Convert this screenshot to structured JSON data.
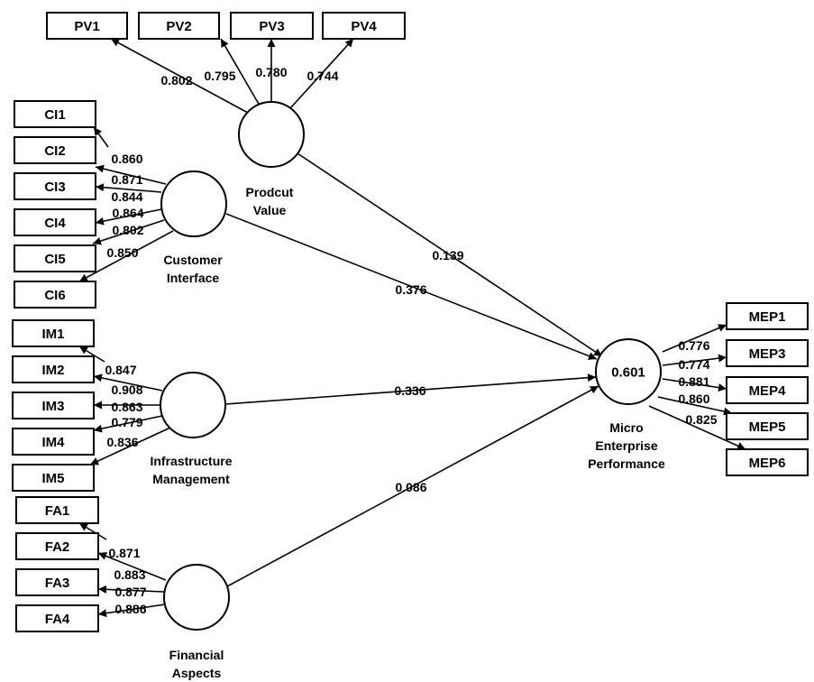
{
  "diagram": {
    "constructs": [
      {
        "id": "pv",
        "label_lines": [
          "Prodcut",
          "Value"
        ],
        "r2": ""
      },
      {
        "id": "ci",
        "label_lines": [
          "Customer",
          "Interface"
        ],
        "r2": ""
      },
      {
        "id": "im",
        "label_lines": [
          "Infrastructure",
          "Management"
        ],
        "r2": ""
      },
      {
        "id": "fa",
        "label_lines": [
          "Financial",
          "Aspects"
        ],
        "r2": ""
      },
      {
        "id": "mep",
        "label_lines": [
          "Micro",
          "Enterprise",
          "Performance"
        ],
        "r2": "0.601"
      }
    ],
    "indicators": [
      {
        "id": "PV1",
        "construct": "pv",
        "loading": "0.802"
      },
      {
        "id": "PV2",
        "construct": "pv",
        "loading": "0.795"
      },
      {
        "id": "PV3",
        "construct": "pv",
        "loading": "0.780"
      },
      {
        "id": "PV4",
        "construct": "pv",
        "loading": "0.744"
      },
      {
        "id": "CI1",
        "construct": "ci",
        "loading": "0.860"
      },
      {
        "id": "CI2",
        "construct": "ci",
        "loading": "0.871"
      },
      {
        "id": "CI3",
        "construct": "ci",
        "loading": "0.844"
      },
      {
        "id": "CI4",
        "construct": "ci",
        "loading": "0.864"
      },
      {
        "id": "CI5",
        "construct": "ci",
        "loading": "0.802"
      },
      {
        "id": "CI6",
        "construct": "ci",
        "loading": "0.850"
      },
      {
        "id": "IM1",
        "construct": "im",
        "loading": "0.847"
      },
      {
        "id": "IM2",
        "construct": "im",
        "loading": "0.908"
      },
      {
        "id": "IM3",
        "construct": "im",
        "loading": "0.863"
      },
      {
        "id": "IM4",
        "construct": "im",
        "loading": "0.779"
      },
      {
        "id": "IM5",
        "construct": "im",
        "loading": "0.836"
      },
      {
        "id": "FA1",
        "construct": "fa",
        "loading": "0.871"
      },
      {
        "id": "FA2",
        "construct": "fa",
        "loading": "0.883"
      },
      {
        "id": "FA3",
        "construct": "fa",
        "loading": "0.877"
      },
      {
        "id": "FA4",
        "construct": "fa",
        "loading": "0.886"
      },
      {
        "id": "MEP1",
        "construct": "mep",
        "loading": "0.776"
      },
      {
        "id": "MEP3",
        "construct": "mep",
        "loading": "0.774"
      },
      {
        "id": "MEP4",
        "construct": "mep",
        "loading": "0.881"
      },
      {
        "id": "MEP5",
        "construct": "mep",
        "loading": "0.860"
      },
      {
        "id": "MEP6",
        "construct": "mep",
        "loading": "0.825"
      }
    ],
    "paths": [
      {
        "from": "pv",
        "to": "mep",
        "coefficient": "0.139"
      },
      {
        "from": "ci",
        "to": "mep",
        "coefficient": "0.376"
      },
      {
        "from": "im",
        "to": "mep",
        "coefficient": "0.336"
      },
      {
        "from": "fa",
        "to": "mep",
        "coefficient": "0.086"
      }
    ]
  }
}
